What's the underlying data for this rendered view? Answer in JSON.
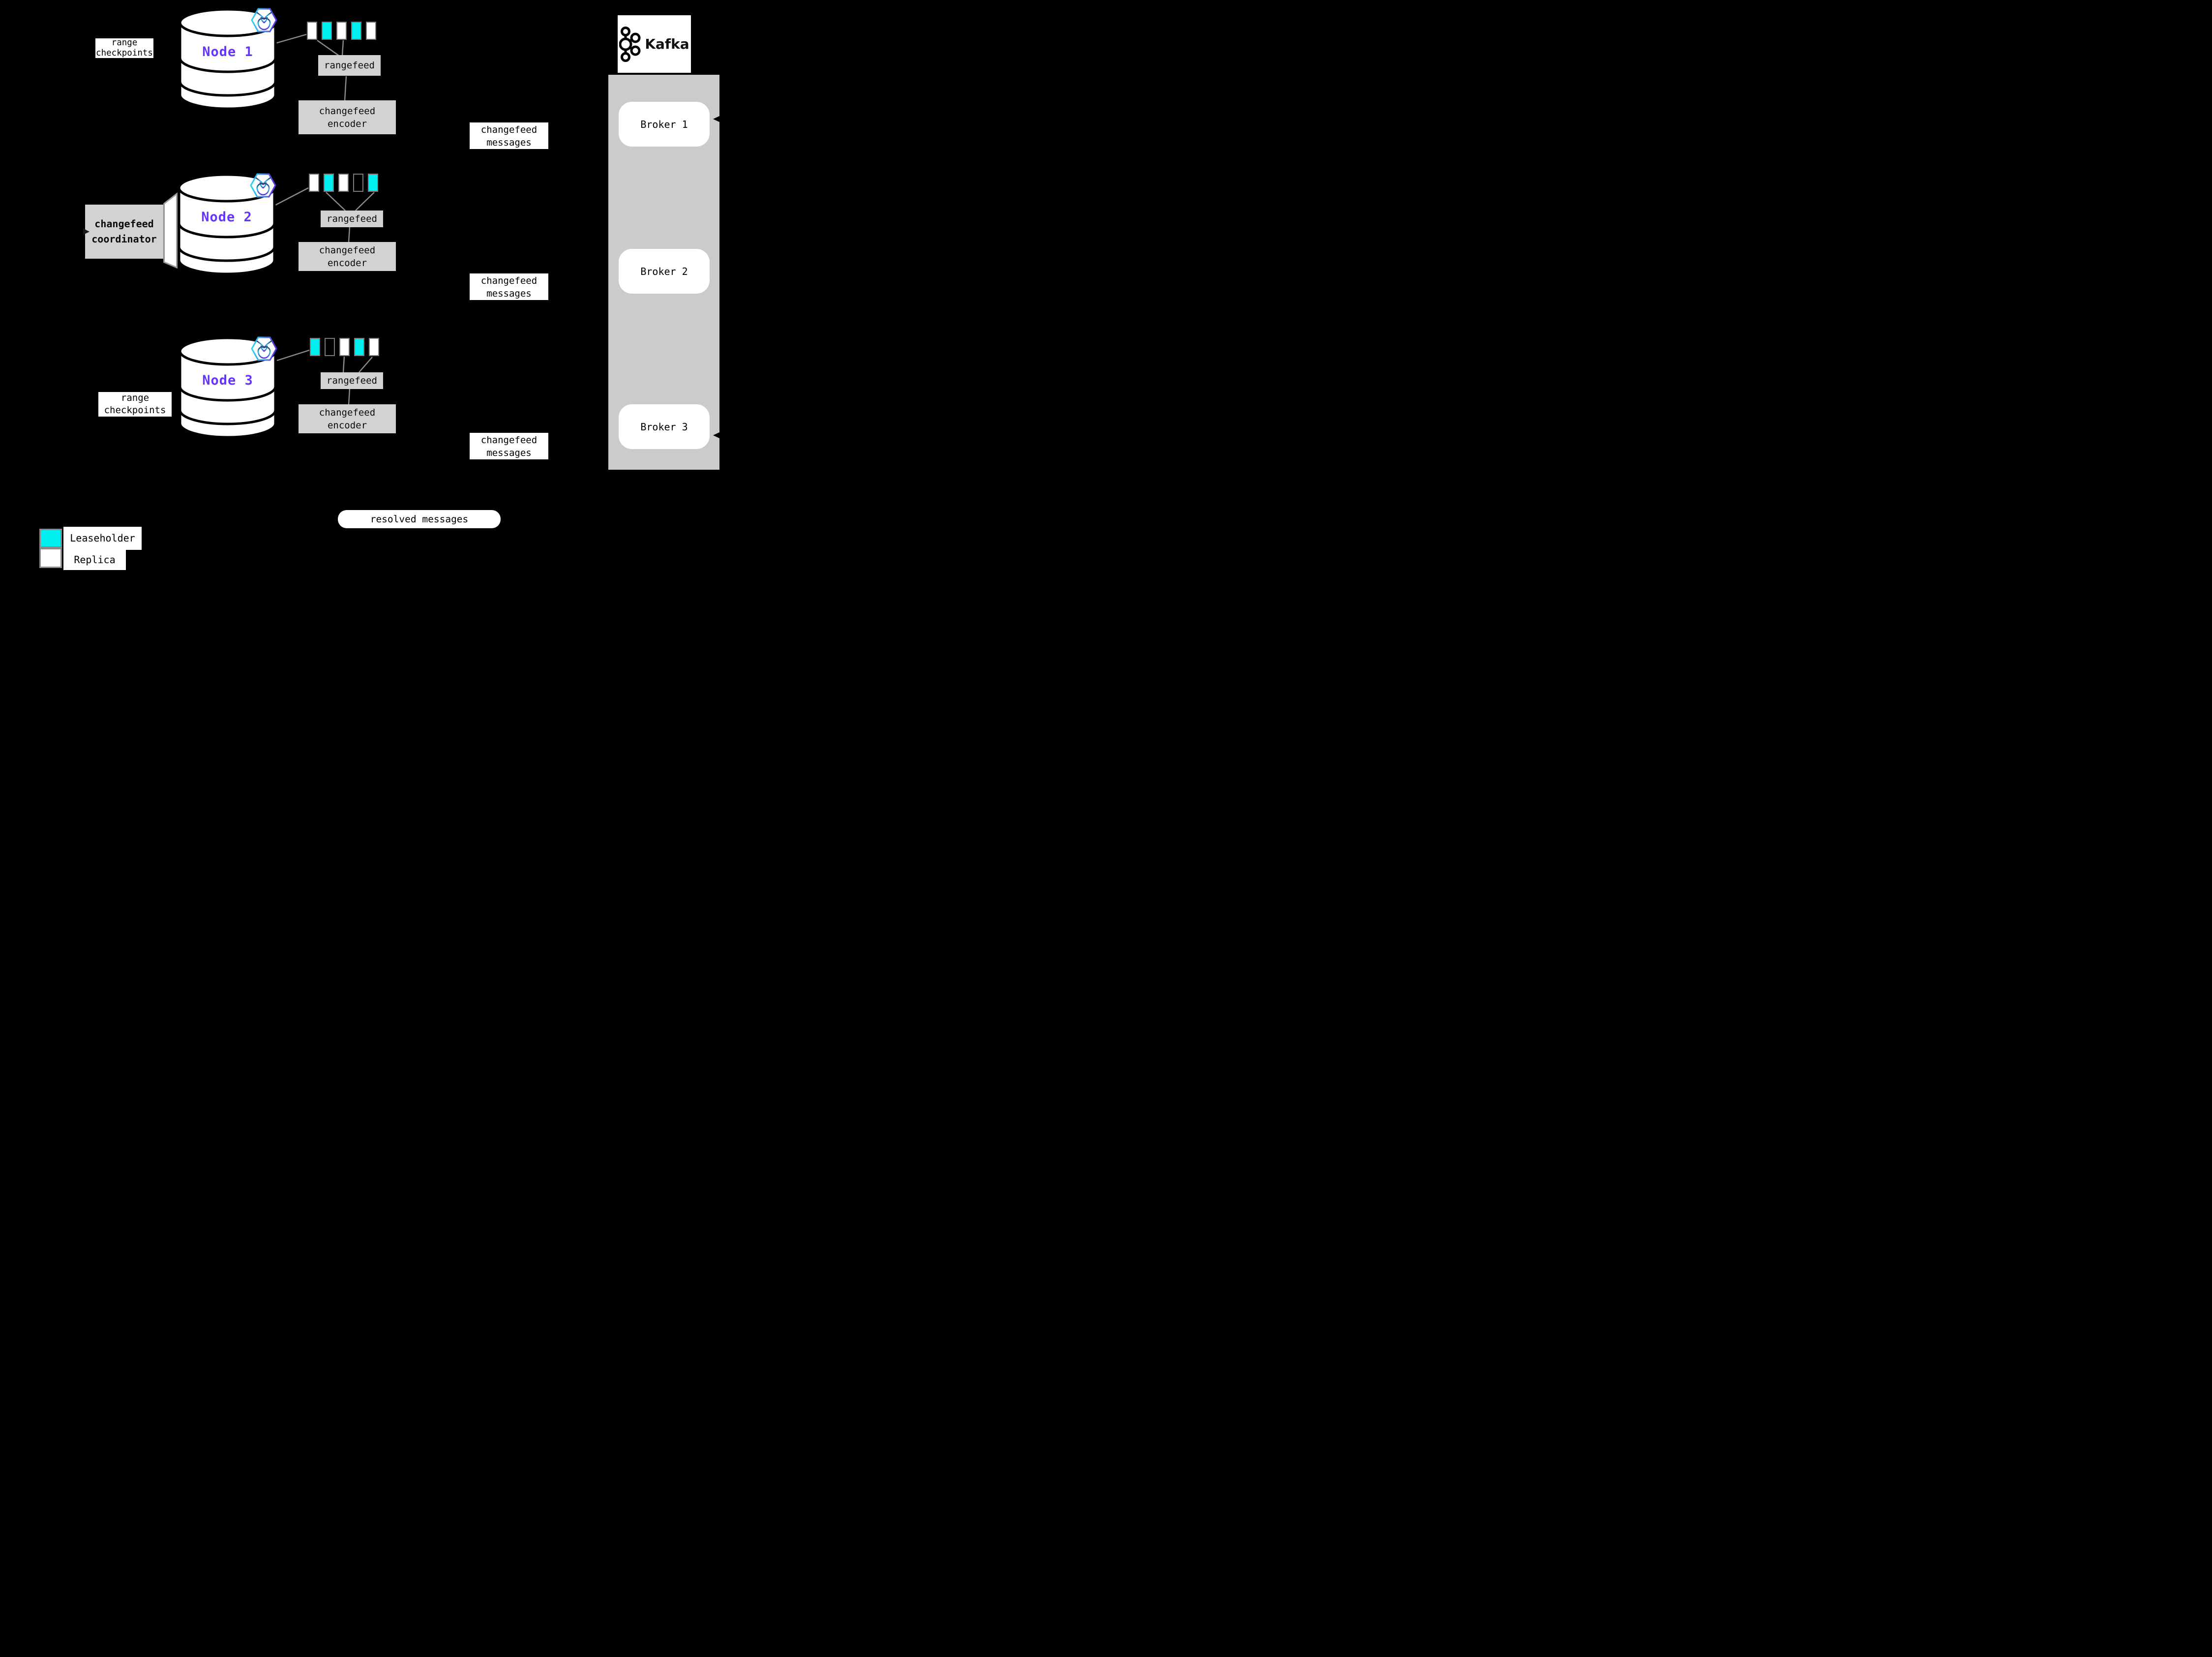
{
  "background": "#000000",
  "colors": {
    "leaseholder_fill": "#00F0F0",
    "replica_fill": "#FFFFFF",
    "label_gray": "#D2D2D2",
    "kafka_panel_gray": "#CBCBCB",
    "node_name_purple": "#6933FF",
    "connector_gray": "#8C8C8C",
    "square_border_gray": "#7A7A7A",
    "hex_badge_gradient": [
      "#2BD9EE",
      "#5A2FD8"
    ]
  },
  "labels": {
    "range_checkpoints": "range checkpoints",
    "rangefeed": "rangefeed",
    "changefeed_encoder": "changefeed encoder",
    "changefeed_messages": "changefeed messages",
    "changefeed_coordinator": "changefeed coordinator",
    "resolved_messages": "resolved messages"
  },
  "nodes": [
    {
      "name": "Node 1",
      "ranges": [
        "replica",
        "leaseholder",
        "replica",
        "leaseholder",
        "replica"
      ]
    },
    {
      "name": "Node 2",
      "ranges": [
        "replica",
        "leaseholder",
        "replica",
        "empty",
        "leaseholder"
      ]
    },
    {
      "name": "Node 3",
      "ranges": [
        "leaseholder",
        "empty",
        "replica",
        "leaseholder",
        "replica"
      ]
    }
  ],
  "kafka": {
    "wordmark": "Kafka",
    "brokers": [
      {
        "label": "Broker 1"
      },
      {
        "label": "Broker 2"
      },
      {
        "label": "Broker 3"
      }
    ]
  },
  "legend": {
    "items": [
      {
        "label": "Leaseholder",
        "kind": "leaseholder"
      },
      {
        "label": "Replica",
        "kind": "replica"
      }
    ]
  }
}
